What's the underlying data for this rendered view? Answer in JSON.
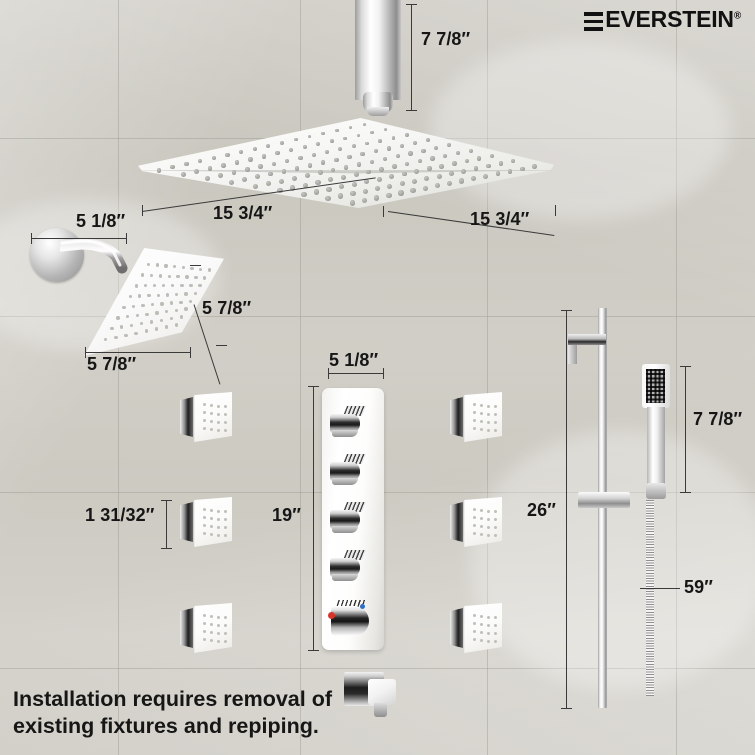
{
  "brand": {
    "name": "EVERSTEIN",
    "registered_mark": "®",
    "logo_icon": "everstein-bars-logo"
  },
  "caption": {
    "line1": "Installation requires removal of",
    "line2": "existing fixtures and repiping."
  },
  "dimensions": {
    "ceiling_arm": "7 7/8″",
    "rain_head_left": "15 3/4″",
    "rain_head_right": "15 3/4″",
    "wall_arm": "5 1/8″",
    "wall_head_width": "5 7/8″",
    "wall_head_side": "5 7/8″",
    "valve_panel_width": "5 1/8″",
    "valve_panel_height": "19″",
    "body_jet_height": "1 31/32″",
    "hand_shower_length": "7 7/8″",
    "slide_bar_height": "26″",
    "hose_length": "59″"
  },
  "parts": {
    "ceiling_arm": "ceiling-shower-arm",
    "rain_head": "square-rain-shower-head",
    "wall_flange": "wall-escutcheon",
    "wall_arm": "wall-shower-arm",
    "wall_head": "square-wall-shower-head",
    "valve_panel": "thermostatic-valve-panel",
    "handles": [
      "diverter-handle-1",
      "diverter-handle-2",
      "diverter-handle-3",
      "diverter-handle-4"
    ],
    "thermostatic_dial": "thermostatic-temperature-dial",
    "body_jets_left": [
      "body-jet-left-1",
      "body-jet-left-2",
      "body-jet-left-3"
    ],
    "body_jets_right": [
      "body-jet-right-1",
      "body-jet-right-2",
      "body-jet-right-3"
    ],
    "slide_bar": "slide-bar",
    "slide_bar_bracket": "slide-bar-wall-bracket",
    "slider_holder": "hand-shower-holder",
    "hand_shower": "hand-shower-wand",
    "hose": "shower-hose",
    "tub_spout": "tub-spout"
  },
  "colors": {
    "wall": "#cdcbc4",
    "chrome_light": "#ffffff",
    "chrome_dark": "#8e8e8e",
    "text": "#161616",
    "dim_line": "#3a3a3a",
    "hot_marker": "#d8342a",
    "cold_marker": "#2f6fc4"
  }
}
